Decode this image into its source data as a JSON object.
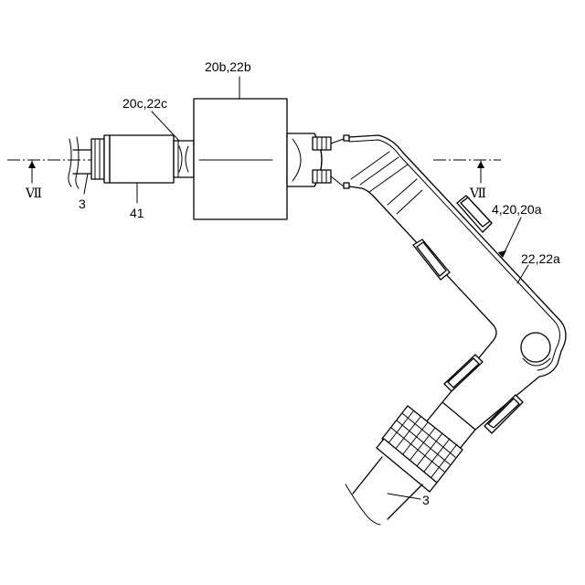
{
  "labels": {
    "section_left": "Ⅶ",
    "section_right": "Ⅶ",
    "cable_left": "3",
    "cable_bottom": "3",
    "connector": "41",
    "bushing": "20c,22c",
    "housing": "20b,22b",
    "arm": "4,20,20a",
    "arm_body": "22,22a"
  },
  "colors": {
    "line": "#000000",
    "background": "#ffffff"
  }
}
